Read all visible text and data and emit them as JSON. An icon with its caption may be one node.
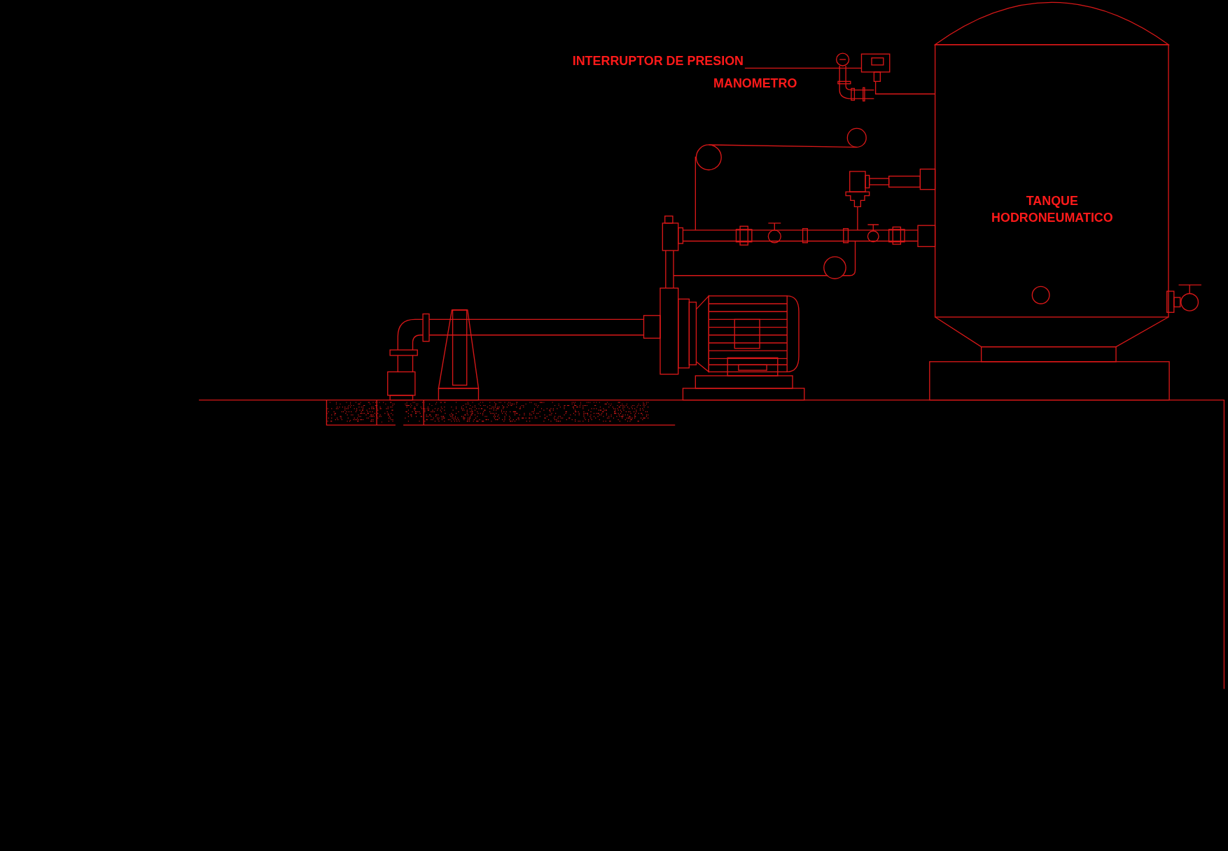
{
  "diagram": {
    "nodes": [
      {
        "text": [
          "INTERRUPTOR DE PRESION"
        ]
      },
      {
        "text": [],
        "shape": "picture"
      },
      {
        "text": [
          "TANQUE HODRONEUMATICO"
        ]
      }
    ],
    "edges": [
      {
        "from": 0,
        "to": 1,
        "arrow": "none"
      },
      {
        "from": 1,
        "to": 2,
        "arrow": "none"
      }
    ],
    "labels": [
      "MANOMETRO"
    ]
  }
}
